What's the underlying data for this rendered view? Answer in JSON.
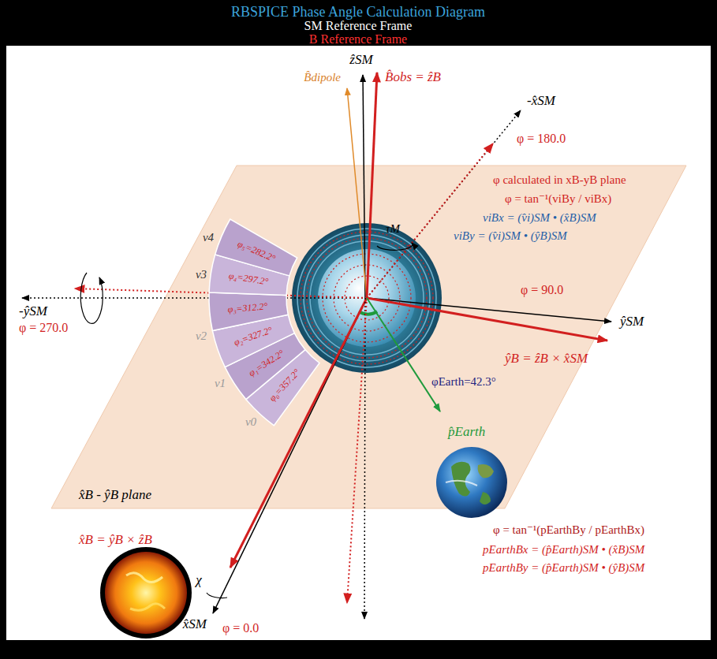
{
  "diagram": {
    "title": "RBSPICE Phase Angle Calculation Diagram",
    "labels": [
      "SM Reference Frame",
      "B Reference Frame",
      "ẑSM",
      "B̂dipole",
      "B̂obs = ẑB",
      "-x̂SM",
      "φ = 180.0",
      "φ calculated in xB-yB plane",
      "φ = tan⁻¹(viBy / viBx)",
      "viBx = (v̂i)SM • (x̂B)SM",
      "viBy = (v̂i)SM • (ŷB)SM",
      "τM",
      "φ₅=282.2°",
      "φ₄=297.2°",
      "φ₃=312.2°",
      "φ₂=327.2°",
      "φ₁=342.2°",
      "φ₀=357.2°",
      "v4",
      "v3",
      "v2",
      "v1",
      "v0",
      "-ŷSM",
      "φ = 270.0",
      "φ = 90.0",
      "ŷSM",
      "ŷB = ẑB × x̂SM",
      "φEarth=42.3°",
      "p̂Earth",
      "x̂B - ŷB plane",
      "x̂B = ŷB × ẑB",
      "χ",
      "x̂SM",
      "φ = 0.0",
      "φ = tan⁻¹(pEarthBy / pEarthBx)",
      "pEarthBx = (p̂Earth)SM • (x̂B)SM",
      "pEarthBy = (p̂Earth)SM • (ŷB)SM"
    ]
  }
}
